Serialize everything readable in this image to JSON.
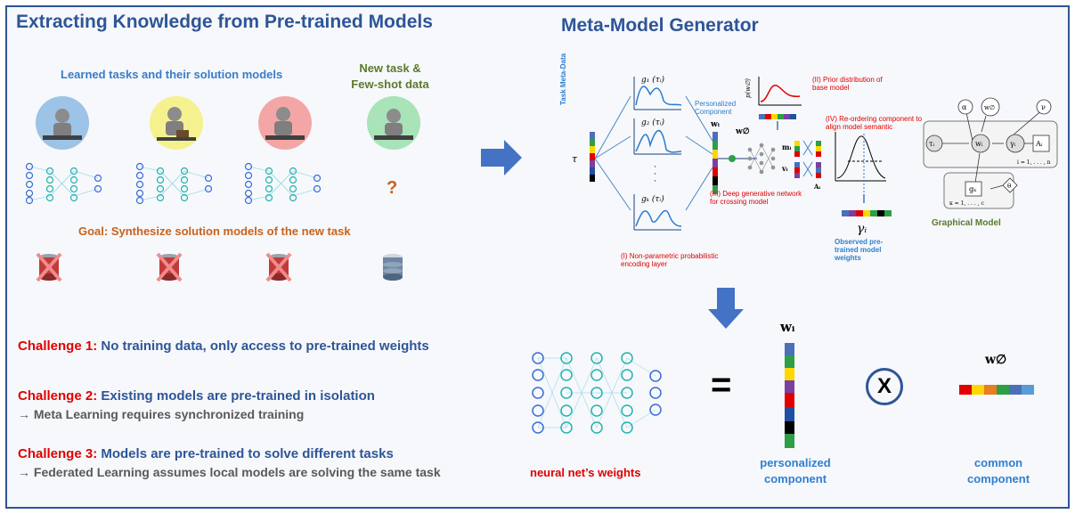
{
  "left": {
    "title": "Extracting Knowledge from Pre-trained Models",
    "learned_label": "Learned tasks and their solution models",
    "new_task_line1": "New task &",
    "new_task_line2": "Few-shot data",
    "question": "?",
    "goal": "Goal: Synthesize solution models of the new task"
  },
  "challenges": [
    {
      "key": "Challenge 1:",
      "text": "No training  data, only access to pre-trained weights",
      "note": ""
    },
    {
      "key": "Challenge 2:",
      "text": "Existing models are pre-trained in isolation",
      "note": "→ Meta Learning requires synchronized training"
    },
    {
      "key": "Challenge 3:",
      "text": "Models are pre-trained to solve different tasks",
      "note": "→ Federated Learning assumes local models are solving the same task"
    }
  ],
  "right": {
    "title": "Meta-Model Generator",
    "task_meta": "Task Meta-Data",
    "tau": "τ",
    "tau_sub": "i",
    "g1": "g₁ (τᵢ)",
    "g2": "g₂ (τᵢ)",
    "gk": "gₖ (τᵢ)",
    "dots": "·",
    "personalized_label": "Personalized Component",
    "w_i": "wᵢ",
    "w_empty": "w∅",
    "m_i": "mᵢ",
    "v_i": "vᵢ",
    "A_i": "Aᵢ",
    "p_w": "p(w∅)",
    "gamma": "γᵢ",
    "enc": "(I) Non-parametric probabilistic encoding layer",
    "prior": "(II) Prior distribution of base model",
    "deepgen": "(III) Deep generative network for crossing model",
    "reorder": "(IV) Re-ordering component to align model semantic",
    "observed": "Observed pre-trained model weights",
    "graphical": "Graphical Model",
    "gm_nodes": [
      "α",
      "w∅",
      "ν",
      "τᵢ",
      "wᵢ",
      "γᵢ",
      "Aᵢ",
      "gₖ",
      "θ"
    ],
    "gm_plate1": "i = 1, . . . , n",
    "gm_plate2": "κ = 1, . . . , c"
  },
  "bottom": {
    "w_i": "wᵢ",
    "w_empty": "w∅",
    "equals": "=",
    "times": "X",
    "neural_label": "neural net’s weights",
    "personalized": "personalized component",
    "common": "common component"
  },
  "colors": {
    "title_blue": "#2e5597",
    "red": "#e00000",
    "orange": "#c9621b",
    "green": "#5a7a2c",
    "arrow_blue": "#4472c4",
    "bar": [
      "#4b70b8",
      "#2e9e47",
      "#ffd700",
      "#7b3fa0",
      "#e00000",
      "#1f4fa0",
      "#000000",
      "#2e9e47"
    ]
  }
}
